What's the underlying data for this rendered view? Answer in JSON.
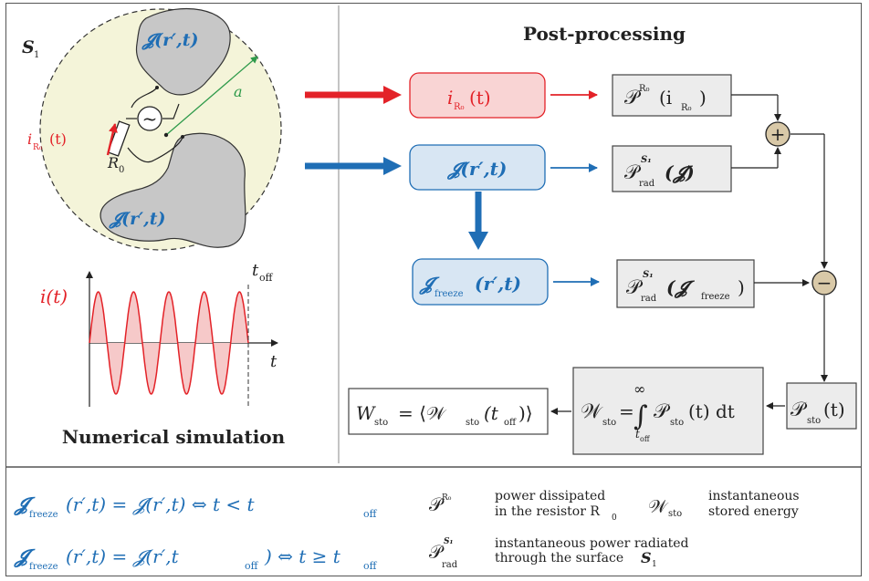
{
  "simulation": {
    "title": "Numerical simulation",
    "surface_label": "S",
    "surface_sub": "1",
    "J_label": "𝓙(r′,t)",
    "radius_label": "a",
    "resistor_label": "R",
    "resistor_sub": "0",
    "current_label": "i",
    "current_sub": "R₀",
    "current_arg": "(t)",
    "source_symbol": "~",
    "plot_ylabel": "i(t)",
    "plot_xlabel": "t",
    "toff_label": "t",
    "toff_sub": "off"
  },
  "post_processing": {
    "title": "Post-processing",
    "box_current": "i",
    "box_current_sub": "R₀",
    "box_current_arg": "(t)",
    "box_J": "𝓙(r′,t)",
    "box_Jfreeze": "𝓙",
    "box_Jfreeze_sub": "freeze",
    "box_Jfreeze_arg": "(r′,t)",
    "P_R0": "𝒫",
    "P_R0_sup": "R₀",
    "P_R0_arg": "(i",
    "P_R0_arg_sub": "R₀",
    "P_rad": "𝒫",
    "P_rad_sub": "rad",
    "P_rad_sup": "S₁",
    "P_rad_arg": "(𝓙)",
    "P_rad_freeze_arg": "(𝓙",
    "P_rad_freeze_sub": "freeze",
    "plus_symbol": "+",
    "minus_symbol": "−",
    "P_sto": "𝒫",
    "P_sto_sub": "sto",
    "P_sto_arg": "(t)",
    "W_int": "𝒲",
    "W_int_sub": "sto",
    "W_int_eq": "=",
    "integral": "∫",
    "int_upper": "∞",
    "int_lower": "t",
    "int_lower_sub": "off",
    "integrand": "𝒫",
    "integrand_sub": "sto",
    "integrand_arg": "(t) dt",
    "W_final": "W",
    "W_final_sub": "sto",
    "W_final_rest": "= ⟨𝒲",
    "W_final_sub2": "sto",
    "W_final_arg": "(t",
    "W_final_arg_sub": "off",
    "W_final_close": ")⟩"
  },
  "legend": {
    "eq1_lhs": "𝓙",
    "eq1_lhs_sub": "freeze",
    "eq1_mid": "(r′,t) = 𝓙(r′,t) ⇔ t < t",
    "eq1_sub": "off",
    "eq2_lhs": "𝓙",
    "eq2_lhs_sub": "freeze",
    "eq2_mid": "(r′,t) = 𝓙(r′,t",
    "eq2_mid_sub": "off",
    "eq2_end": ") ⇔ t ≥ t",
    "eq2_sub": "off",
    "sym_PR0": "𝒫",
    "sym_PR0_sup": "R₀",
    "desc_PR0_l1": "power dissipated",
    "desc_PR0_l2": "in the resistor R",
    "desc_PR0_l2_sub": "0",
    "sym_W": "𝒲",
    "sym_W_sub": "sto",
    "desc_W_l1": "instantaneous",
    "desc_W_l2": "stored energy",
    "sym_Prad": "𝒫",
    "sym_Prad_sup": "S₁",
    "sym_Prad_sub": "rad",
    "desc_Prad_l1": "instantaneous power radiated",
    "desc_Prad_l2": "through the surface ",
    "desc_Prad_l2_S": "S",
    "desc_Prad_l2_S_sub": "1"
  },
  "colors": {
    "red": "#e32228",
    "blue": "#1f6eb5",
    "green": "#2e9a4a",
    "circle_fill": "#f4f4d9",
    "red_box": "#f9d4d4",
    "blue_box": "#d8e6f3",
    "grey_box": "#ececec"
  }
}
